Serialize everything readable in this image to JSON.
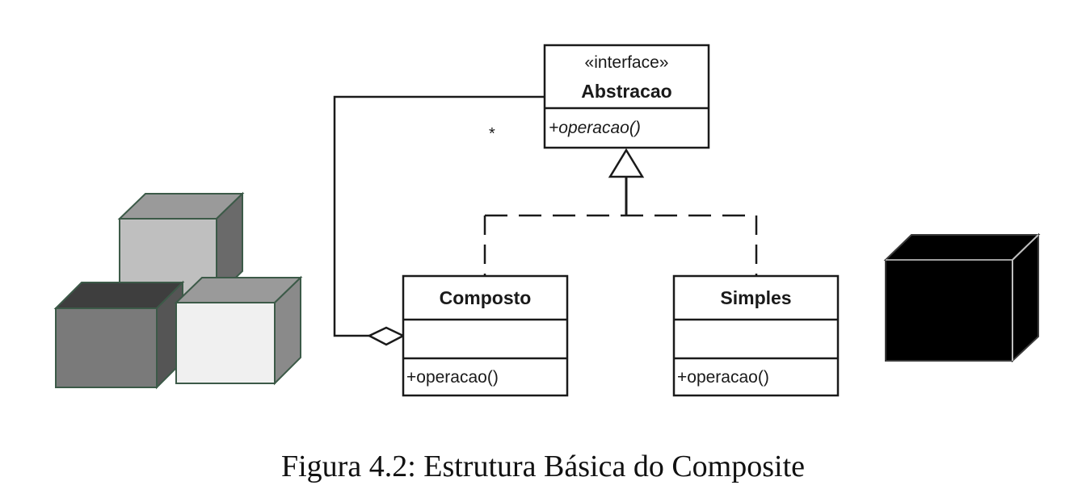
{
  "diagram": {
    "interface_class": {
      "stereotype": "«interface»",
      "name": "Abstracao",
      "operation": "+operacao()"
    },
    "composite_class": {
      "name": "Composto",
      "operation": "+operacao()"
    },
    "leaf_class": {
      "name": "Simples",
      "operation": "+operacao()"
    },
    "multiplicity": "*",
    "relations": [
      {
        "from": "Composto",
        "to": "Abstracao",
        "kind": "realization"
      },
      {
        "from": "Simples",
        "to": "Abstracao",
        "kind": "realization"
      },
      {
        "from": "Composto",
        "to": "Abstracao",
        "kind": "aggregation"
      }
    ]
  },
  "caption": "Figura 4.2: Estrutura Básica do Composite",
  "colors": {
    "line": "#1a1a1a",
    "cube_light_front": "#f0f0f0",
    "cube_light_side": "#8a8a8a",
    "cube_light_top": "#9a9a9a",
    "cube_mid_front": "#bfbfbf",
    "cube_mid_side": "#6a6a6a",
    "cube_dark_front": "#7a7a7a",
    "cube_dark_top": "#3e3e3e",
    "cube_outline": "#3c5a48",
    "cube_black": "#000000"
  }
}
